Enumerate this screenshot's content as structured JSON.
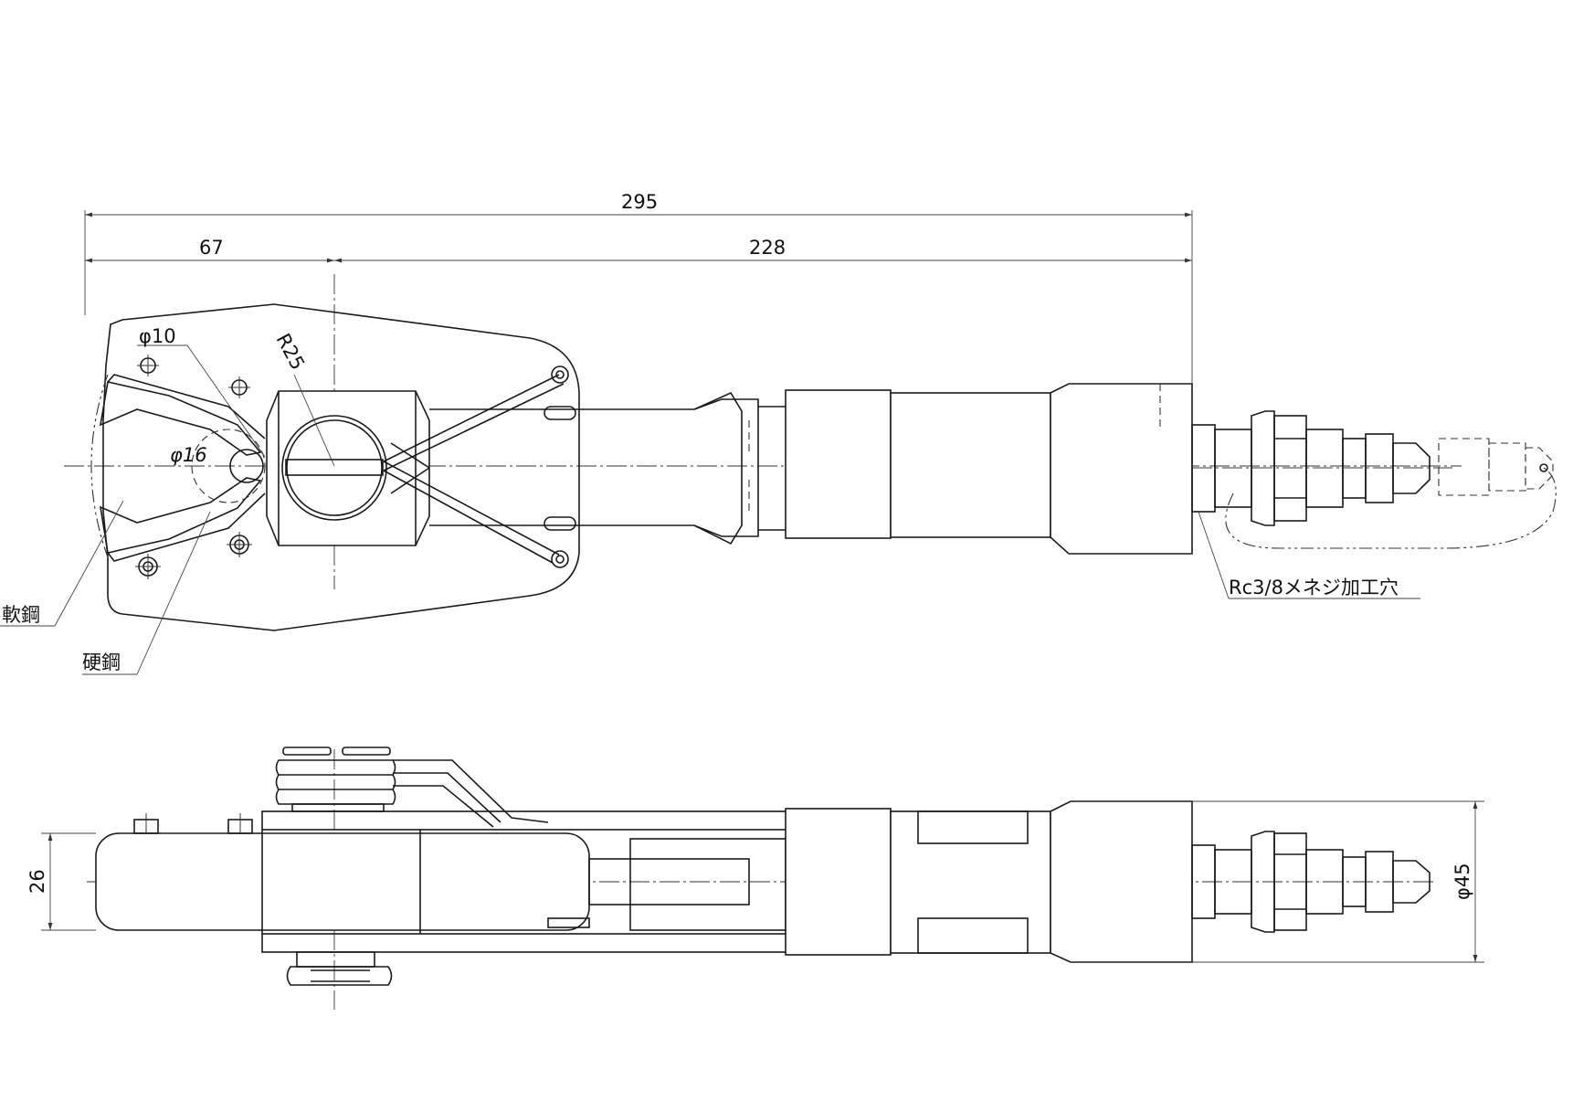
{
  "dimensions": {
    "overall_length": "295",
    "head_length": "67",
    "body_length": "228",
    "hole_diameter": "φ10",
    "radius": "R25",
    "jaw_diameter": "φ16",
    "side_thickness": "26",
    "body_diameter": "φ45"
  },
  "callouts": {
    "soft_steel": "軟鋼",
    "hard_steel": "硬鋼",
    "port_thread": "Rc3/8メネジ加工穴"
  }
}
